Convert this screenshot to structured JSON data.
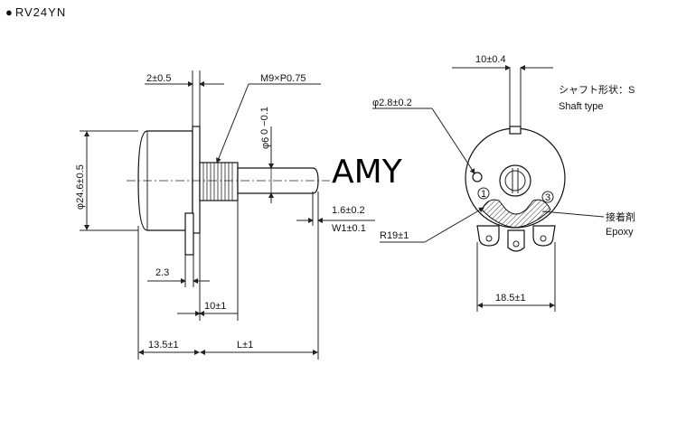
{
  "header": {
    "bullet": "●",
    "model": "RV24YN"
  },
  "watermark": "AMY",
  "side_view": {
    "dim_flange_thickness": "2±0.5",
    "dim_thread": "M9×P0.75",
    "dim_shaft_dia": "φ6",
    "dim_shaft_tol": "0 −0.1",
    "dim_body_dia": "φ24.6±0.5",
    "dim_slot_depth": "1.6±0.2",
    "dim_slot_width": "W1±0.1",
    "dim_terminal_offset": "2.3",
    "dim_bushing_len": "10±1",
    "dim_body_len": "13.5±1",
    "dim_shaft_len": "L±1"
  },
  "front_view": {
    "dim_top_width": "10±0.4",
    "dim_hole": "φ2.8±0.2",
    "shaft_type_jp": "シャフト形状：S",
    "shaft_type_en": "Shaft type",
    "dim_radius": "R19±1",
    "adhesive_jp": "接着剤",
    "adhesive_en": "Epoxy",
    "dim_terminal_span": "18.5±1",
    "terminal_1": "1",
    "terminal_3": "3"
  }
}
